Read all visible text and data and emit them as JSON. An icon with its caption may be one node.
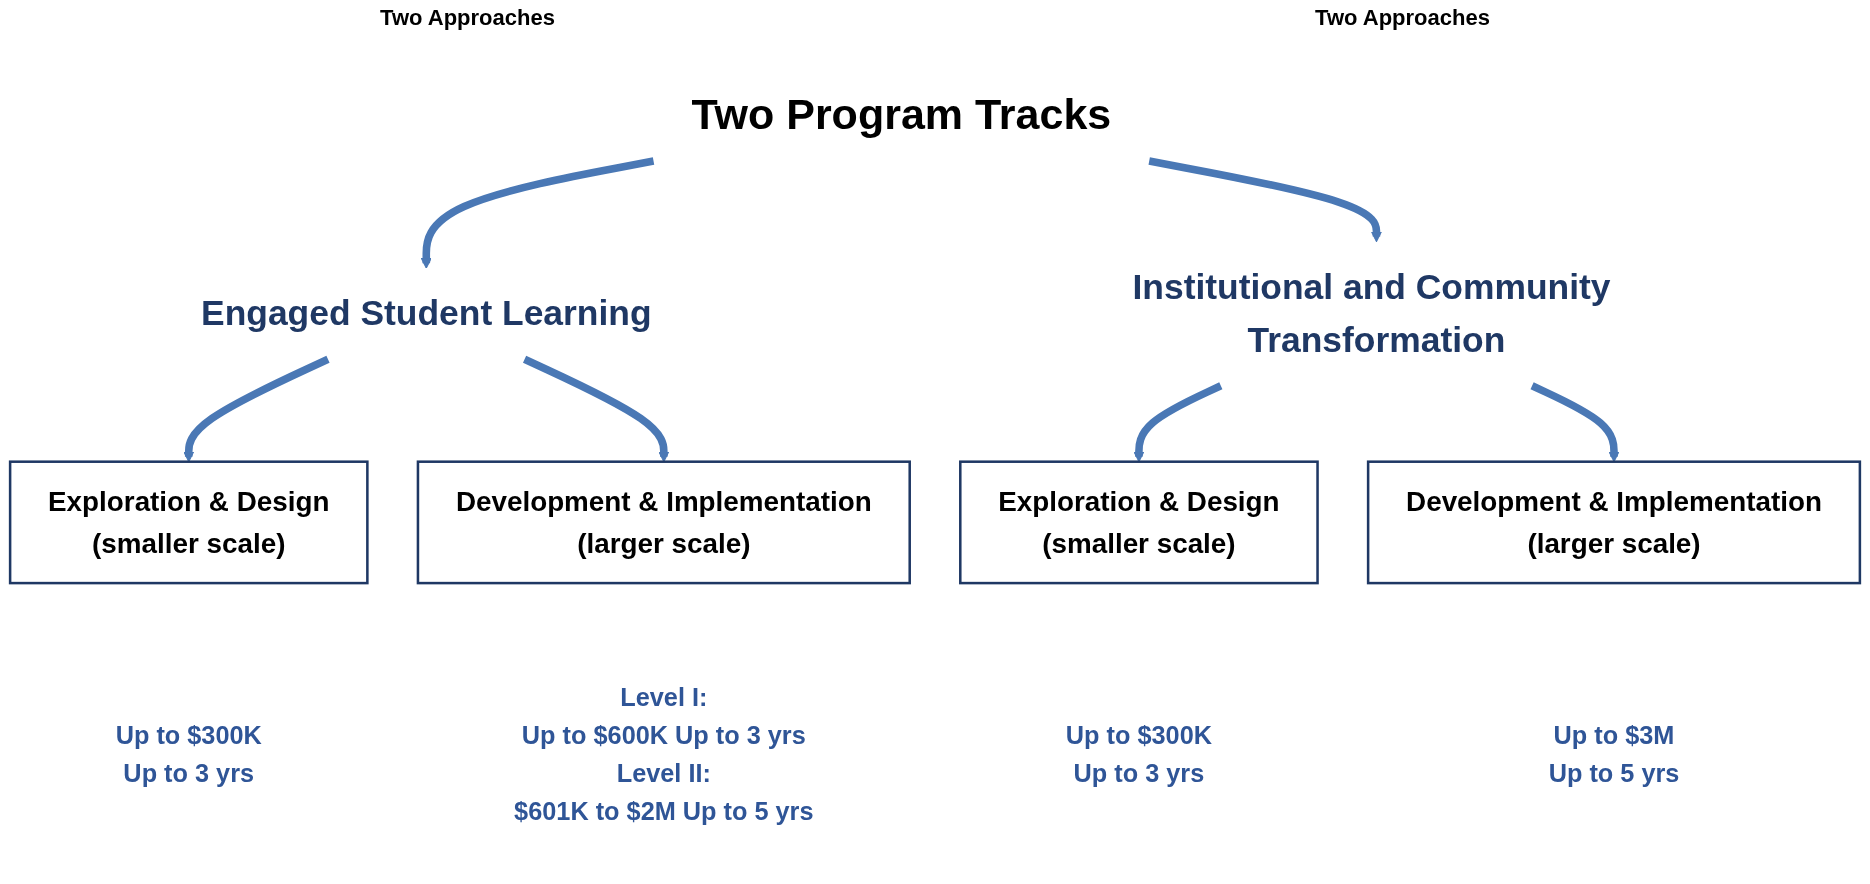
{
  "diagram": {
    "nodes": [
      {
        "text": [
          "Two Program Tracks"
        ]
      },
      {
        "text": [
          "Engaged Student Learning"
        ]
      },
      {
        "text": [
          "Institutional and Community Transformation"
        ]
      },
      {
        "text": [
          "Exploration & Design",
          "(smaller scale)"
        ],
        "beside": [
          "Up to $300K",
          "Up to 3 yrs"
        ]
      },
      {
        "text": [
          "Development & Implementation",
          "(larger scale)"
        ],
        "beside": [
          "Level I:",
          "Up to $600K Up to 3 yrs",
          "Level II:",
          "$601K to $2M Up to 5 yrs"
        ]
      },
      {
        "text": [
          "Exploration & Design",
          "(smaller scale)"
        ],
        "beside": [
          "Up to $300K",
          "Up to 3 yrs"
        ]
      },
      {
        "text": [
          "Development & Implementation",
          "(larger scale)"
        ],
        "beside": [
          "Up to $3M",
          "Up to 5 yrs"
        ]
      }
    ],
    "edges": [
      {
        "from": 0,
        "to": 1,
        "arrow": "to"
      },
      {
        "from": 0,
        "to": 2,
        "arrow": "to"
      },
      {
        "from": 1,
        "to": 3,
        "arrow": "to"
      },
      {
        "from": 1,
        "to": 4,
        "arrow": "to"
      },
      {
        "from": 2,
        "to": 5,
        "arrow": "to"
      },
      {
        "from": 2,
        "to": 6,
        "arrow": "to"
      }
    ],
    "labels": [
      "Two Approaches",
      "Two Approaches"
    ]
  }
}
